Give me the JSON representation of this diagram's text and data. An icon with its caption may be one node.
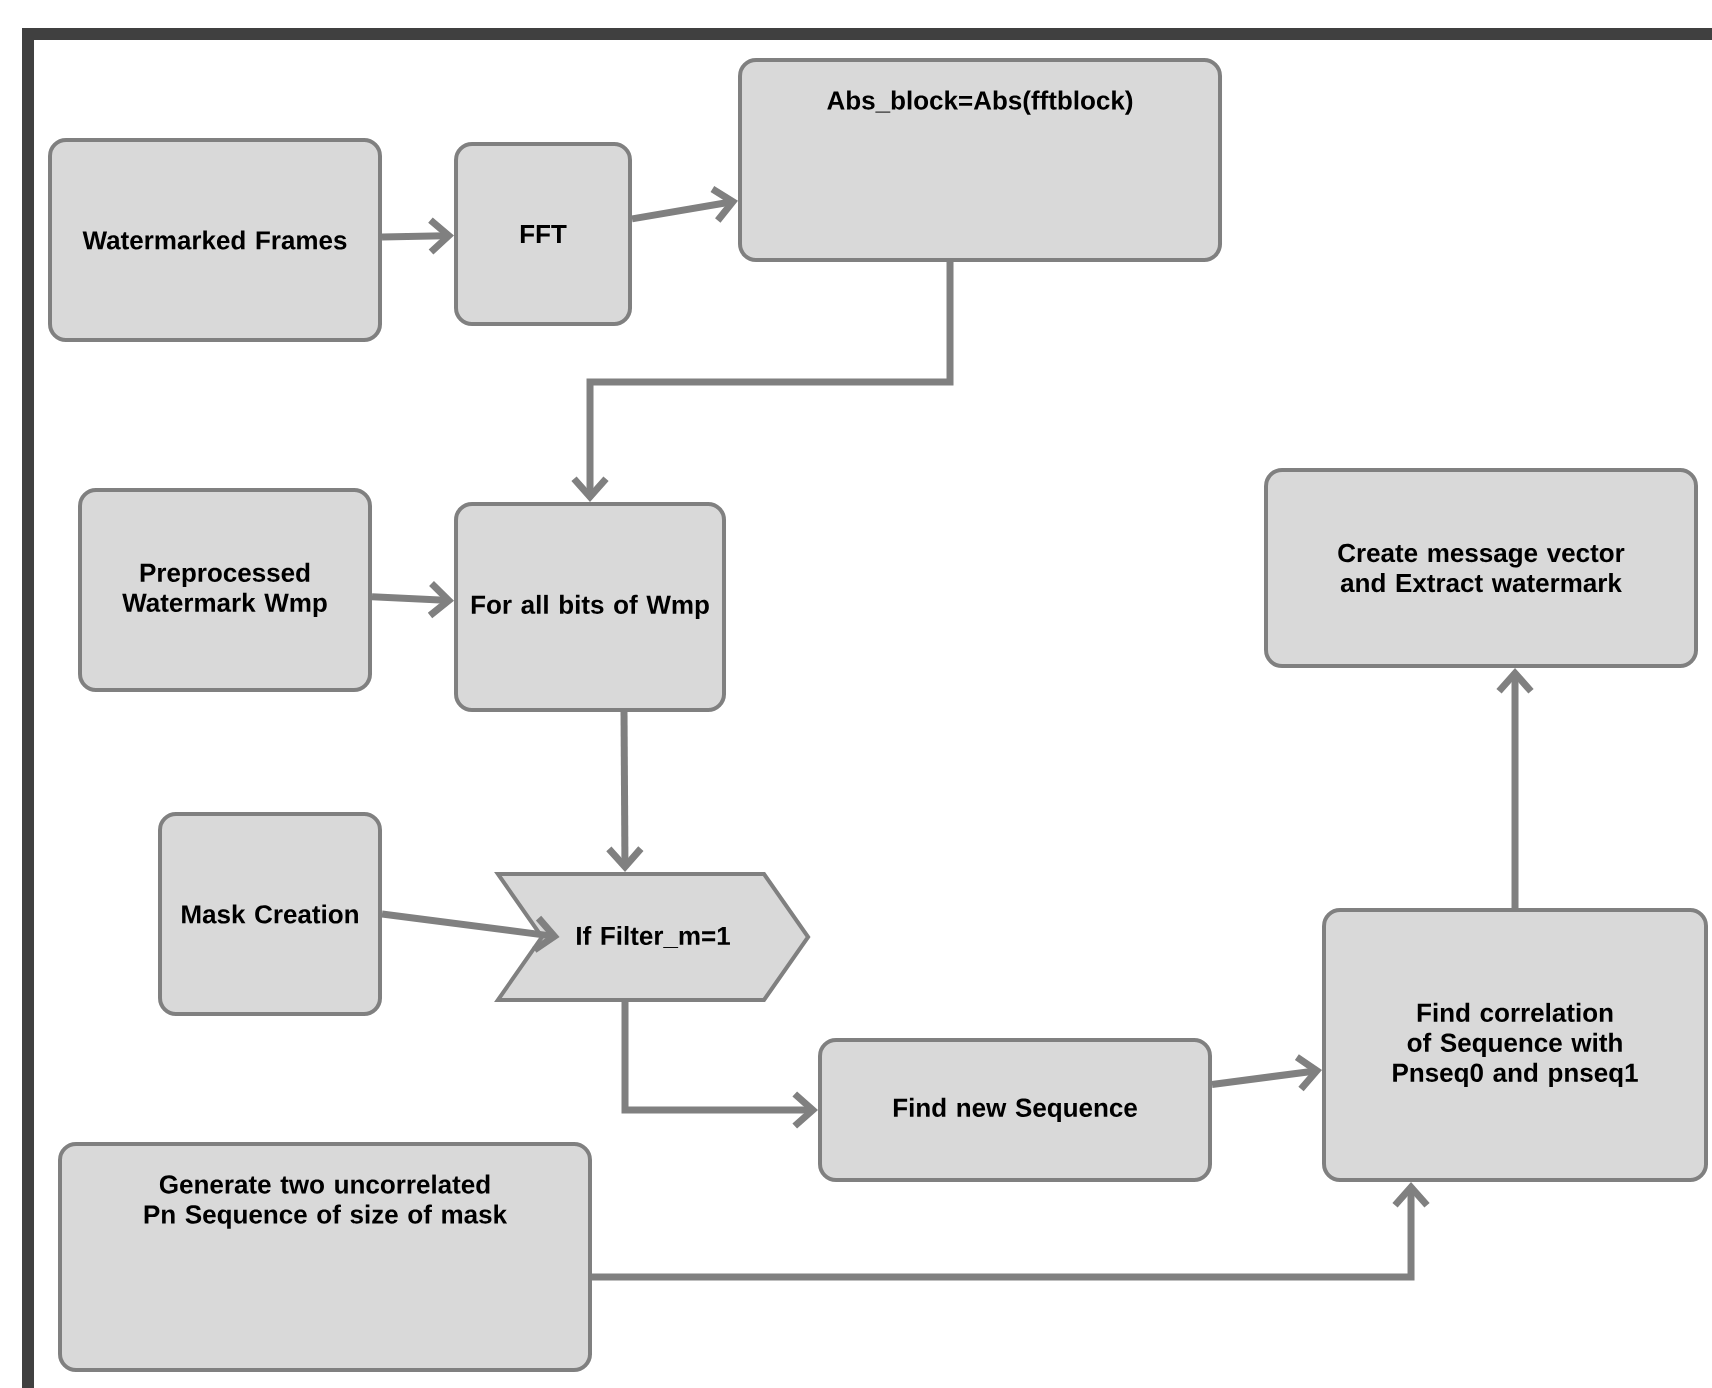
{
  "diagram": {
    "nodes": [
      {
        "text": [
          "Watermarked Frames"
        ]
      },
      {
        "text": [
          "FFT"
        ]
      },
      {
        "text": [
          "Abs_block=Abs(fftblock)"
        ]
      },
      {
        "text": [
          "Preprocessed Watermark Wmp"
        ]
      },
      {
        "text": [
          "For all bits of Wmp"
        ]
      },
      {
        "text": [
          "Create message vector and Extract watermark"
        ]
      },
      {
        "text": [
          "Mask Creation"
        ]
      },
      {
        "text": [
          "If Filter_m=1"
        ]
      },
      {
        "text": [
          "Find new Sequence"
        ]
      },
      {
        "text": [
          "Find correlation of Sequence with Pnseq0 and pnseq1"
        ]
      },
      {
        "text": [
          "Generate two uncorrelated Pn Sequence of size of mask"
        ]
      }
    ],
    "edges": [
      {
        "from": 0,
        "to": 1,
        "arrow": "to"
      },
      {
        "from": 1,
        "to": 2,
        "arrow": "to"
      },
      {
        "from": 2,
        "to": 4,
        "arrow": "to"
      },
      {
        "from": 3,
        "to": 4,
        "arrow": "to"
      },
      {
        "from": 4,
        "to": 7,
        "arrow": "to"
      },
      {
        "from": 6,
        "to": 7,
        "arrow": "to"
      },
      {
        "from": 7,
        "to": 8,
        "arrow": "to"
      },
      {
        "from": 8,
        "to": 9,
        "arrow": "to"
      },
      {
        "from": 10,
        "to": 9,
        "arrow": "to"
      },
      {
        "from": 9,
        "to": 5,
        "arrow": "to"
      }
    ]
  }
}
